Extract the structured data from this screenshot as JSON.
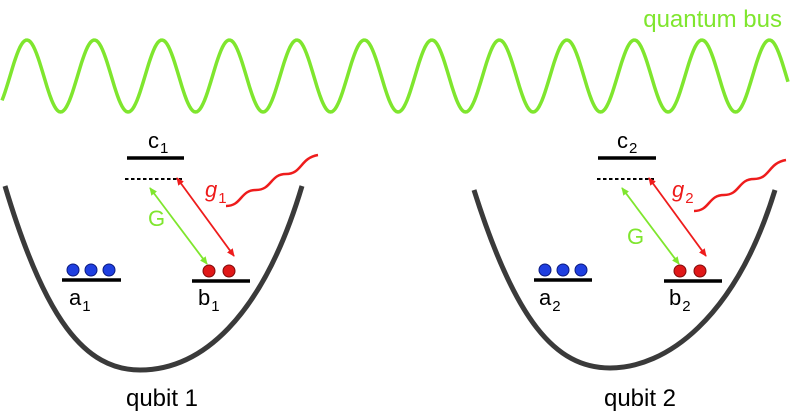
{
  "bus": {
    "label": "quantum bus",
    "color": "#7fe62e"
  },
  "colors": {
    "well": "#3a3a3a",
    "level": "#000000",
    "coupling": "#7fe62e",
    "drive": "#ee1c1c",
    "atom_a": "#1f3fe0",
    "atom_b": "#e01818"
  },
  "qubits": [
    {
      "caption": "qubit 1",
      "level_a": "a",
      "level_a_sub": "1",
      "level_b": "b",
      "level_b_sub": "1",
      "level_c": "c",
      "level_c_sub": "1",
      "coupling_label": "G",
      "drive_label": "g",
      "drive_sub": "1",
      "atoms_a": 3,
      "atoms_b": 2
    },
    {
      "caption": "qubit 2",
      "level_a": "a",
      "level_a_sub": "2",
      "level_b": "b",
      "level_b_sub": "2",
      "level_c": "c",
      "level_c_sub": "2",
      "coupling_label": "G",
      "drive_label": "g",
      "drive_sub": "2",
      "atoms_a": 3,
      "atoms_b": 2
    }
  ]
}
